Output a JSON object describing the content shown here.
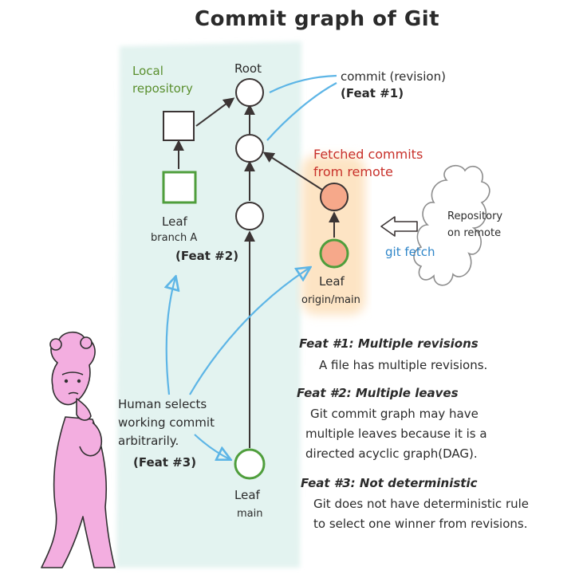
{
  "title": "Commit graph of Git",
  "local_repository_label": [
    "Local",
    "repository"
  ],
  "root_label": "Root",
  "commit_label": "commit (revision)",
  "feat1_tag": "(Feat #1)",
  "fetched_label": [
    "Fetched commits",
    "from remote"
  ],
  "remote_label": [
    "Repository",
    "on remote"
  ],
  "git_fetch_label": "git fetch",
  "leaf_branch_a": {
    "leaf": "Leaf",
    "branch": "branch A",
    "tag": "(Feat #2)"
  },
  "leaf_origin": {
    "leaf": "Leaf",
    "branch": "origin/main"
  },
  "leaf_main": {
    "leaf": "Leaf",
    "branch": "main"
  },
  "human_label": [
    "Human selects",
    "working commit",
    "arbitrarily."
  ],
  "feat3_tag": "(Feat #3)",
  "features": [
    {
      "heading": "Feat #1: Multiple revisions",
      "lines": [
        "A file has multiple revisions."
      ]
    },
    {
      "heading": "Feat #2: Multiple leaves",
      "lines": [
        "Git commit graph may have",
        "multiple leaves because it is a",
        "directed acyclic graph(DAG)."
      ]
    },
    {
      "heading": "Feat #3: Not deterministic",
      "lines": [
        "Git does not have deterministic rule",
        "to select one winner from revisions."
      ]
    }
  ],
  "colors": {
    "local_area": "#e3f3f0",
    "remote_area": "#fde4c4",
    "green_node": "#4f9e3c",
    "green_fill": "#8fc66a",
    "orange_fill": "#f6a88a",
    "blue_arrow": "#5db5e6",
    "character": "#f3aee0",
    "ink": "#3b3434"
  }
}
